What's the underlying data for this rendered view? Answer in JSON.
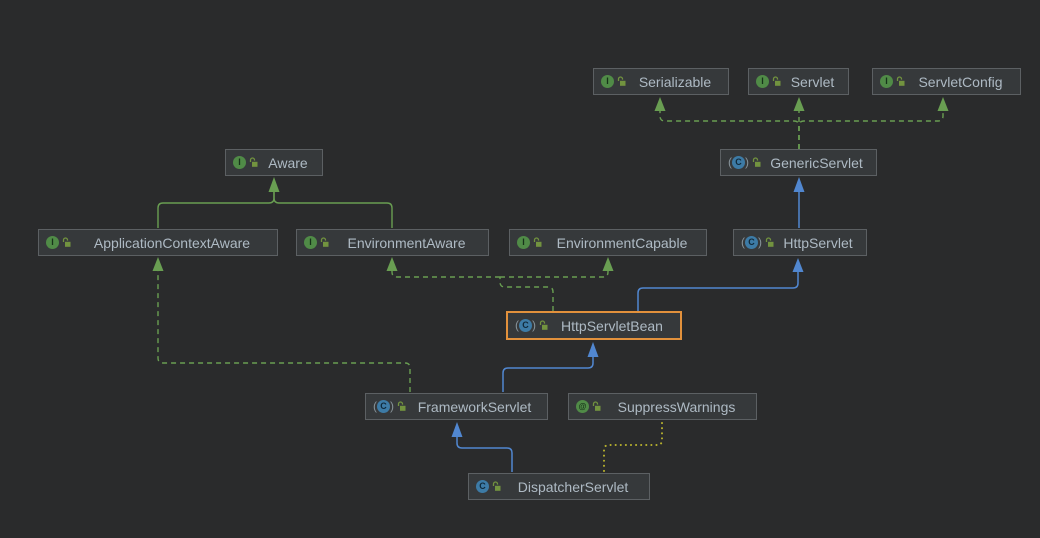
{
  "diagram": {
    "kind": "uml-class-hierarchy",
    "background": "#2a2b2c"
  },
  "colors": {
    "extends_edge": "#5187d0",
    "implements_edge": "#699e52",
    "interface_extends_edge": "#699e52",
    "annotation_edge": "#b8b22e",
    "selection_border": "#e2913c",
    "node_background": "#36393b",
    "node_border": "#5c6063",
    "label_text": "#aebac4"
  },
  "icons": {
    "interface": {
      "name": "interface-icon",
      "letter": "I",
      "color": "#508b47"
    },
    "abstract_class": {
      "name": "abstract-class-icon",
      "letter": "C",
      "color": "#3d7ba6",
      "paren_left": "(",
      "paren_right": ")"
    },
    "class": {
      "name": "class-icon",
      "letter": "C",
      "color": "#3d7ba6"
    },
    "annotation": {
      "name": "annotation-icon",
      "letter": "@",
      "color": "#508b47"
    },
    "lock": {
      "name": "lock-icon",
      "color": "#72933f"
    }
  },
  "nodes": {
    "serializable": {
      "label": "Serializable",
      "type": "interface",
      "selected": false
    },
    "servlet": {
      "label": "Servlet",
      "type": "interface",
      "selected": false
    },
    "servlet_config": {
      "label": "ServletConfig",
      "type": "interface",
      "selected": false
    },
    "aware": {
      "label": "Aware",
      "type": "interface",
      "selected": false
    },
    "generic_servlet": {
      "label": "GenericServlet",
      "type": "abstract_class",
      "selected": false
    },
    "application_context_aware": {
      "label": "ApplicationContextAware",
      "type": "interface",
      "selected": false
    },
    "environment_aware": {
      "label": "EnvironmentAware",
      "type": "interface",
      "selected": false
    },
    "environment_capable": {
      "label": "EnvironmentCapable",
      "type": "interface",
      "selected": false
    },
    "http_servlet": {
      "label": "HttpServlet",
      "type": "abstract_class",
      "selected": false
    },
    "http_servlet_bean": {
      "label": "HttpServletBean",
      "type": "abstract_class",
      "selected": true
    },
    "framework_servlet": {
      "label": "FrameworkServlet",
      "type": "abstract_class",
      "selected": false
    },
    "suppress_warnings": {
      "label": "SuppressWarnings",
      "type": "annotation",
      "selected": false
    },
    "dispatcher_servlet": {
      "label": "DispatcherServlet",
      "type": "class",
      "selected": false
    }
  },
  "edges": [
    {
      "from": "GenericServlet",
      "to": "Serializable",
      "kind": "implements"
    },
    {
      "from": "GenericServlet",
      "to": "Servlet",
      "kind": "implements"
    },
    {
      "from": "GenericServlet",
      "to": "ServletConfig",
      "kind": "implements"
    },
    {
      "from": "ApplicationContextAware",
      "to": "Aware",
      "kind": "extends-interface"
    },
    {
      "from": "EnvironmentAware",
      "to": "Aware",
      "kind": "extends-interface"
    },
    {
      "from": "HttpServlet",
      "to": "GenericServlet",
      "kind": "extends"
    },
    {
      "from": "HttpServletBean",
      "to": "EnvironmentAware",
      "kind": "implements"
    },
    {
      "from": "HttpServletBean",
      "to": "EnvironmentCapable",
      "kind": "implements"
    },
    {
      "from": "HttpServletBean",
      "to": "HttpServlet",
      "kind": "extends"
    },
    {
      "from": "FrameworkServlet",
      "to": "ApplicationContextAware",
      "kind": "implements"
    },
    {
      "from": "FrameworkServlet",
      "to": "HttpServletBean",
      "kind": "extends"
    },
    {
      "from": "DispatcherServlet",
      "to": "FrameworkServlet",
      "kind": "extends"
    },
    {
      "from": "DispatcherServlet",
      "to": "SuppressWarnings",
      "kind": "annotation"
    }
  ]
}
